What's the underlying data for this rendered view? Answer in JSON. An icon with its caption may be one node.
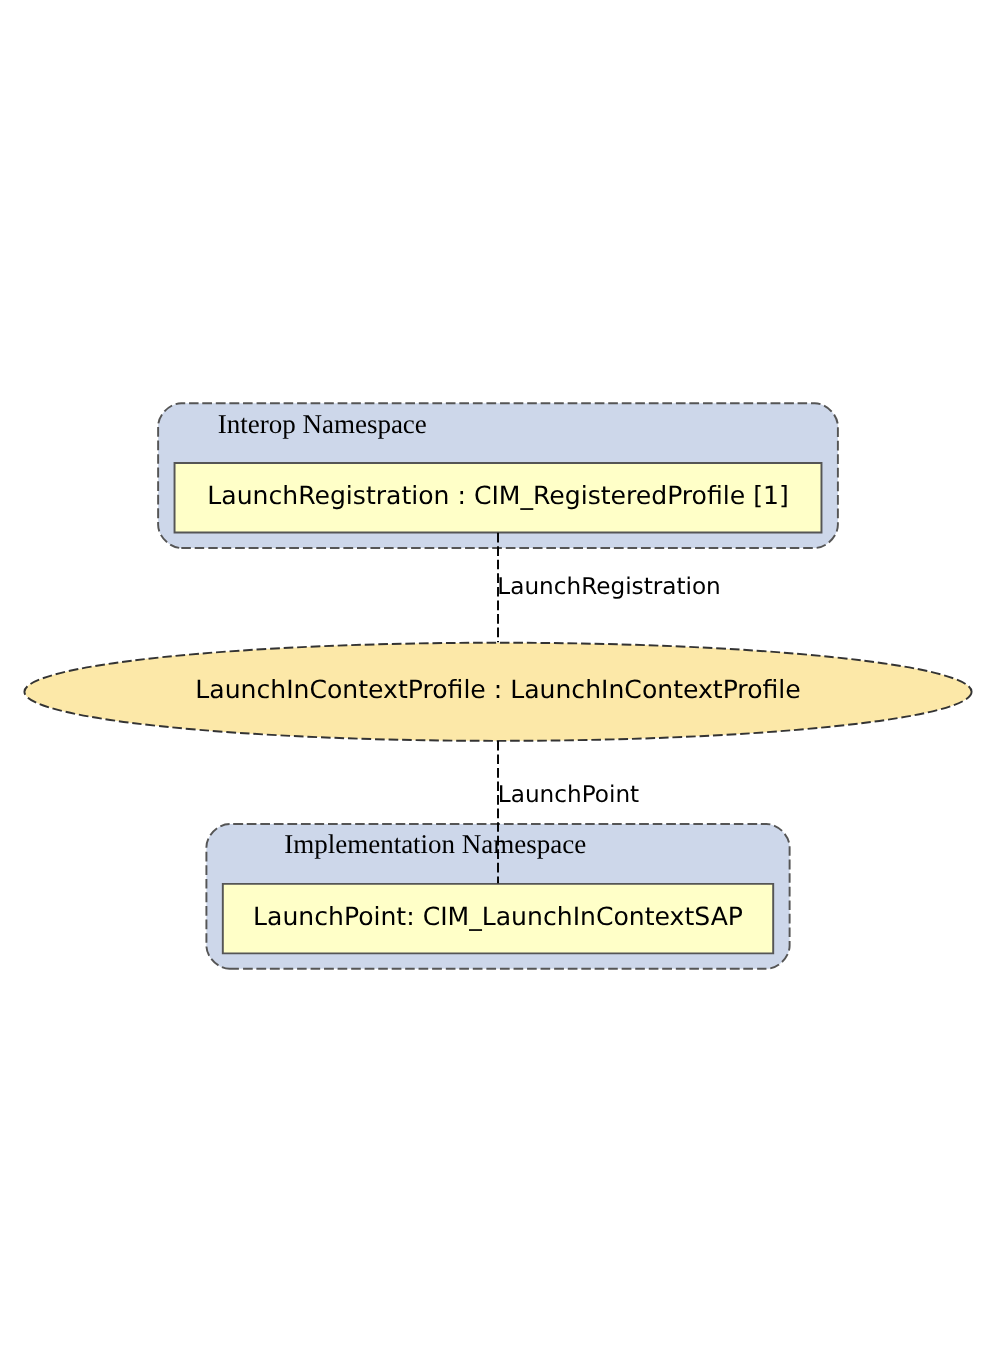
{
  "diagram": {
    "nodes": [
      {
        "text": [
          "Interop Namespace"
        ]
      },
      {
        "text": [
          "LaunchRegistration : CIM_RegisteredProfile [1]"
        ],
        "in": 0
      },
      {
        "text": [
          "LaunchInContextProfile : LaunchInContextProfile"
        ]
      },
      {
        "text": [
          "Implementation Namespace"
        ]
      },
      {
        "text": [
          "LaunchPoint: CIM_LaunchInContextSAP"
        ],
        "in": 3
      }
    ],
    "edges": [
      {
        "from": 1,
        "to": 2,
        "arrow": "none",
        "style": "dashed",
        "label": "LaunchRegistration"
      },
      {
        "from": 2,
        "to": 4,
        "arrow": "none",
        "style": "dashed",
        "label": "LaunchPoint"
      }
    ]
  }
}
